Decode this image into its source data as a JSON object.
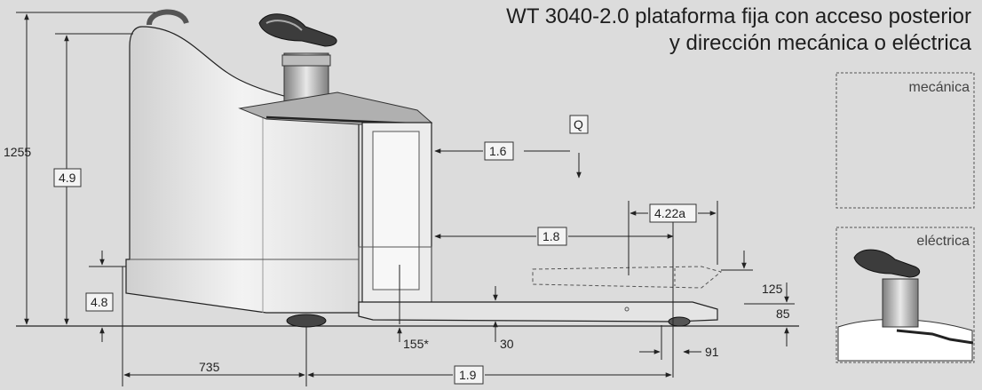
{
  "title": {
    "line1": "WT 3040-2.0 plataforma fija con acceso posterior",
    "line2": "y dirección mecánica o eléctrica"
  },
  "insets": {
    "mechanical_label": "mecánica",
    "electric_label": "eléctrica"
  },
  "dimensions": {
    "overall_height": "1255",
    "height_ref": "4.9",
    "platform_height_ref": "4.8",
    "load_distance_ref": "1.6",
    "load_symbol": "Q",
    "wheelbase_ref": "4.22a",
    "fork_length_ref": "1.8",
    "fork_lift": "125",
    "fork_height": "85",
    "ground_clearance": "155*",
    "fork_thickness": "30",
    "fork_tip": "91",
    "rear_length": "735",
    "front_length_ref": "1.9"
  }
}
